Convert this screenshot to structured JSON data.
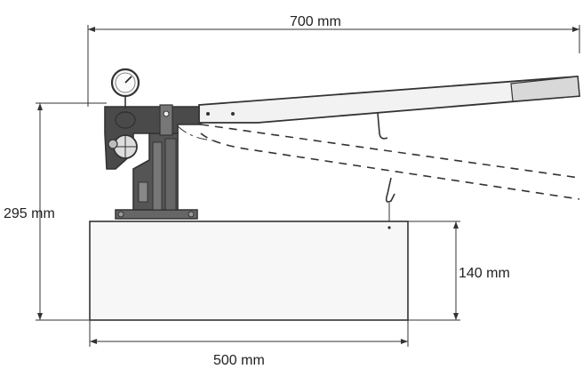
{
  "dimensions": {
    "overall_width": "700 mm",
    "overall_height": "295 mm",
    "tank_height": "140 mm",
    "tank_width": "500 mm"
  },
  "colors": {
    "ink": "#333333",
    "pump_body": "#555555",
    "handle_fill": "#f2f2f2",
    "tank_fill": "#f7f7f7"
  }
}
